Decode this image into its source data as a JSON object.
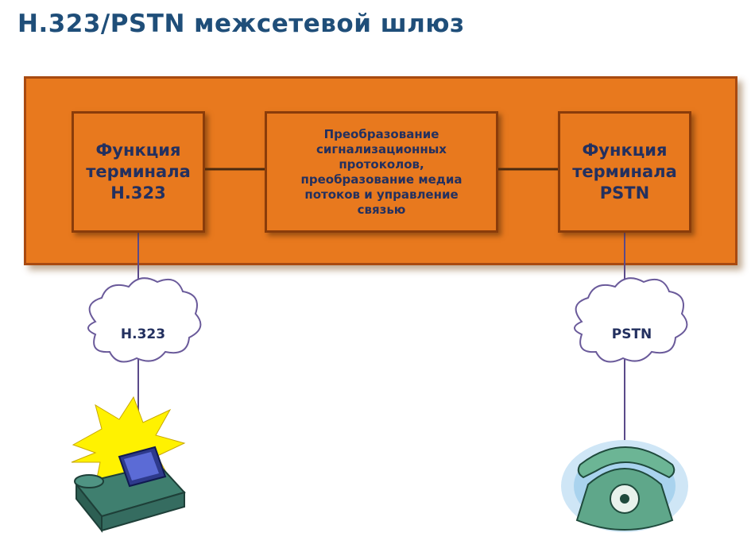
{
  "title": "H.323/PSTN межсетевой шлюз",
  "boxes": {
    "h323_terminal": "Функция\nтерминала\nH.323",
    "conversion": "Преобразование\nсигнализационных\nпротоколов,\nпреобразование медиа\nпотоков и управление\nсвязью",
    "pstn_terminal": "Функция\nтерминала\nPSTN"
  },
  "clouds": {
    "h323": "H.323",
    "pstn": "PSTN"
  },
  "colors": {
    "gateway_fill": "#e8791e",
    "title": "#1f4e79",
    "text": "#23305f"
  },
  "icons": {
    "left_device": "fax-machine-icon",
    "right_device": "telephone-icon"
  }
}
